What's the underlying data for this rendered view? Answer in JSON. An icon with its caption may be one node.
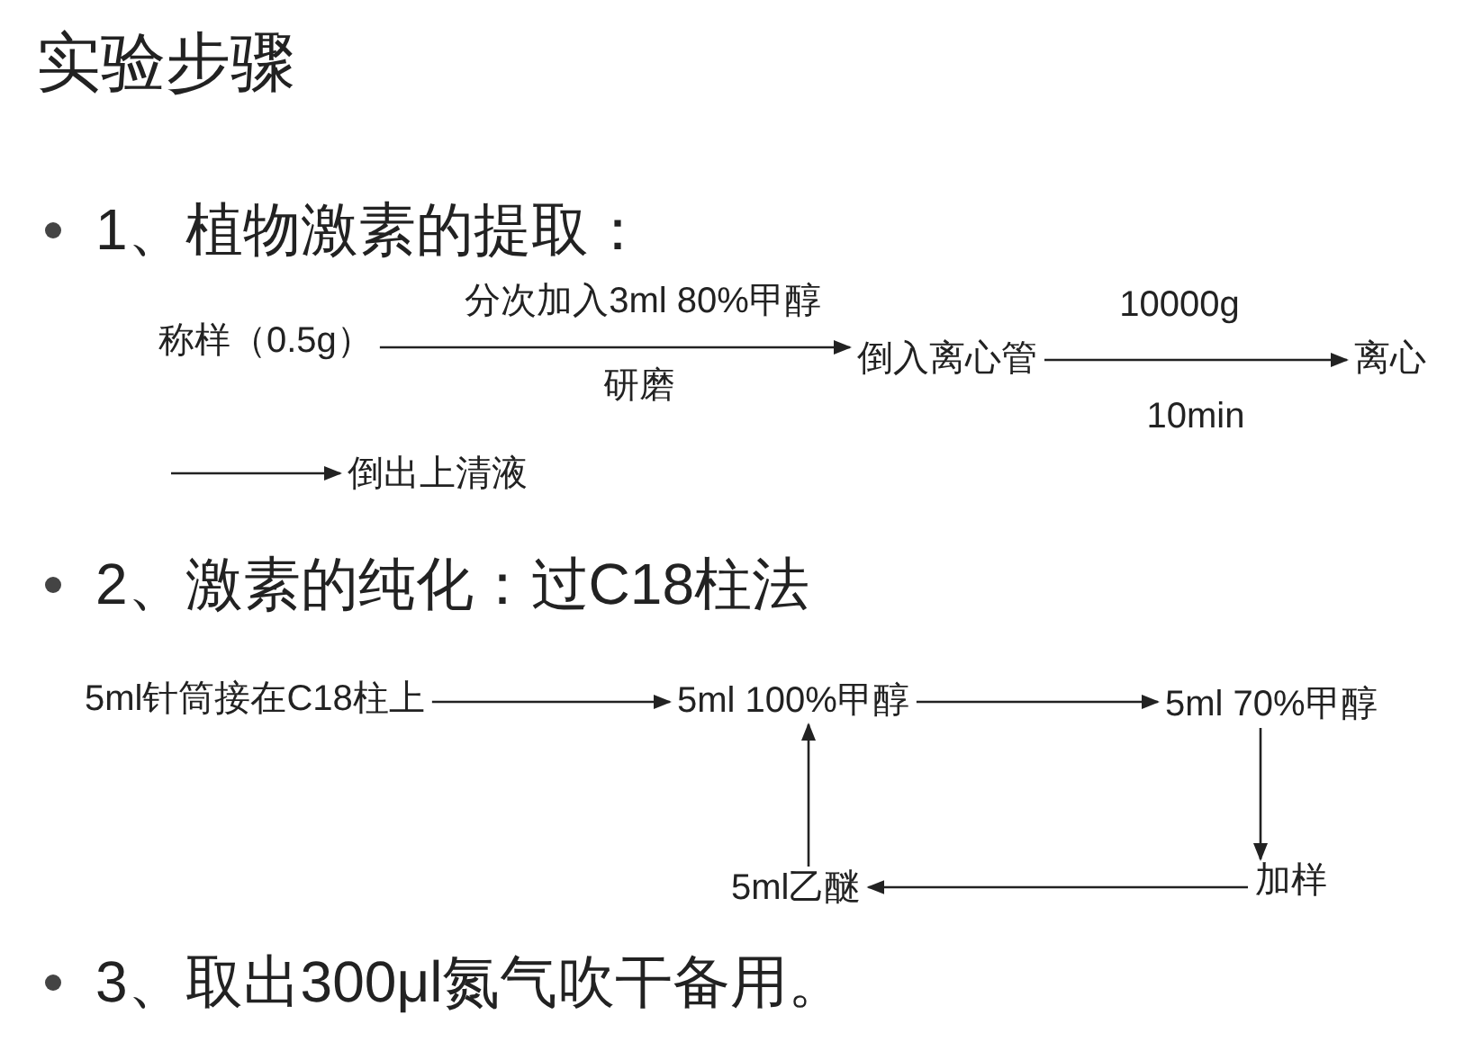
{
  "diagram": {
    "title": "实验步骤",
    "nodes": [
      {
        "text": [
          "称样（0.5g）"
        ]
      },
      {
        "text": [
          "倒入离心管"
        ]
      },
      {
        "text": [
          "离心"
        ]
      },
      {
        "text": [
          "倒出上清液"
        ]
      },
      {
        "text": [
          "5ml针筒接在C18柱上"
        ]
      },
      {
        "text": [
          "5ml 100%甲醇"
        ]
      },
      {
        "text": [
          "5ml 70%甲醇"
        ]
      },
      {
        "text": [
          "加样"
        ]
      },
      {
        "text": [
          "5ml乙醚"
        ]
      }
    ],
    "edges": [
      {
        "from": 0,
        "to": 1,
        "arrow": "to",
        "label": "分次加入3ml 80%甲醇"
      },
      {
        "from": 1,
        "to": 2,
        "arrow": "to",
        "label": "10000g"
      },
      {
        "from": null,
        "to": 3,
        "arrow": "to"
      },
      {
        "from": 4,
        "to": 5,
        "arrow": "to"
      },
      {
        "from": 5,
        "to": 6,
        "arrow": "to"
      },
      {
        "from": 6,
        "to": 7,
        "arrow": "to"
      },
      {
        "from": 7,
        "to": 8,
        "arrow": "to"
      },
      {
        "from": 8,
        "to": 5,
        "arrow": "to"
      }
    ],
    "labels": [
      "1、植物激素的提取：",
      "研磨",
      "10min",
      "2、激素的纯化：过C18柱法",
      "3、取出300μl氮气吹干备用。"
    ]
  }
}
